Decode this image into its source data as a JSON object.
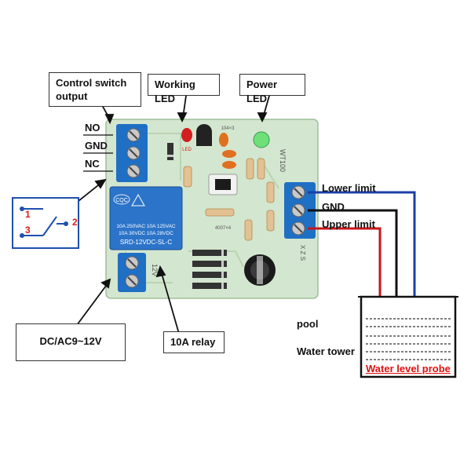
{
  "callouts": {
    "control_switch_output": "Control switch\noutput",
    "working_led": "Working LED",
    "power_led": "Power LED",
    "dc_ac": "DC/AC9~12V",
    "relay": "10A relay"
  },
  "left_terminals": {
    "no": "NO",
    "gnd": "GND",
    "nc": "NC"
  },
  "right_terminals": {
    "lower": "Lower limit",
    "gnd": "GND",
    "upper": "Upper limit"
  },
  "switch_symbol": {
    "pin1": "1",
    "pin2": "2",
    "pin3": "3"
  },
  "tank": {
    "pool": "pool",
    "tower": "Water tower",
    "probe": "Water level probe"
  },
  "board": {
    "model": "WT100",
    "relay_brand": "CQC",
    "relay_line1": "10A 250VAC   10A 125VAC",
    "relay_line2": "10A 30VDC    10A 28VDC",
    "relay_model": "SRD-12VDC-SL-C",
    "voltage": "12V",
    "led_label": "LED",
    "diode_label": "4007×4",
    "chip_label": "104×3",
    "pin_letters": "X Z S"
  },
  "colors": {
    "board": "#d3e6cf",
    "terminal": "#1f6fc4",
    "relay": "#2c74c9",
    "wire_blue": "#1b3fa8",
    "wire_red": "#c8161b",
    "wire_black": "#111111",
    "probe_text": "#e01010"
  }
}
